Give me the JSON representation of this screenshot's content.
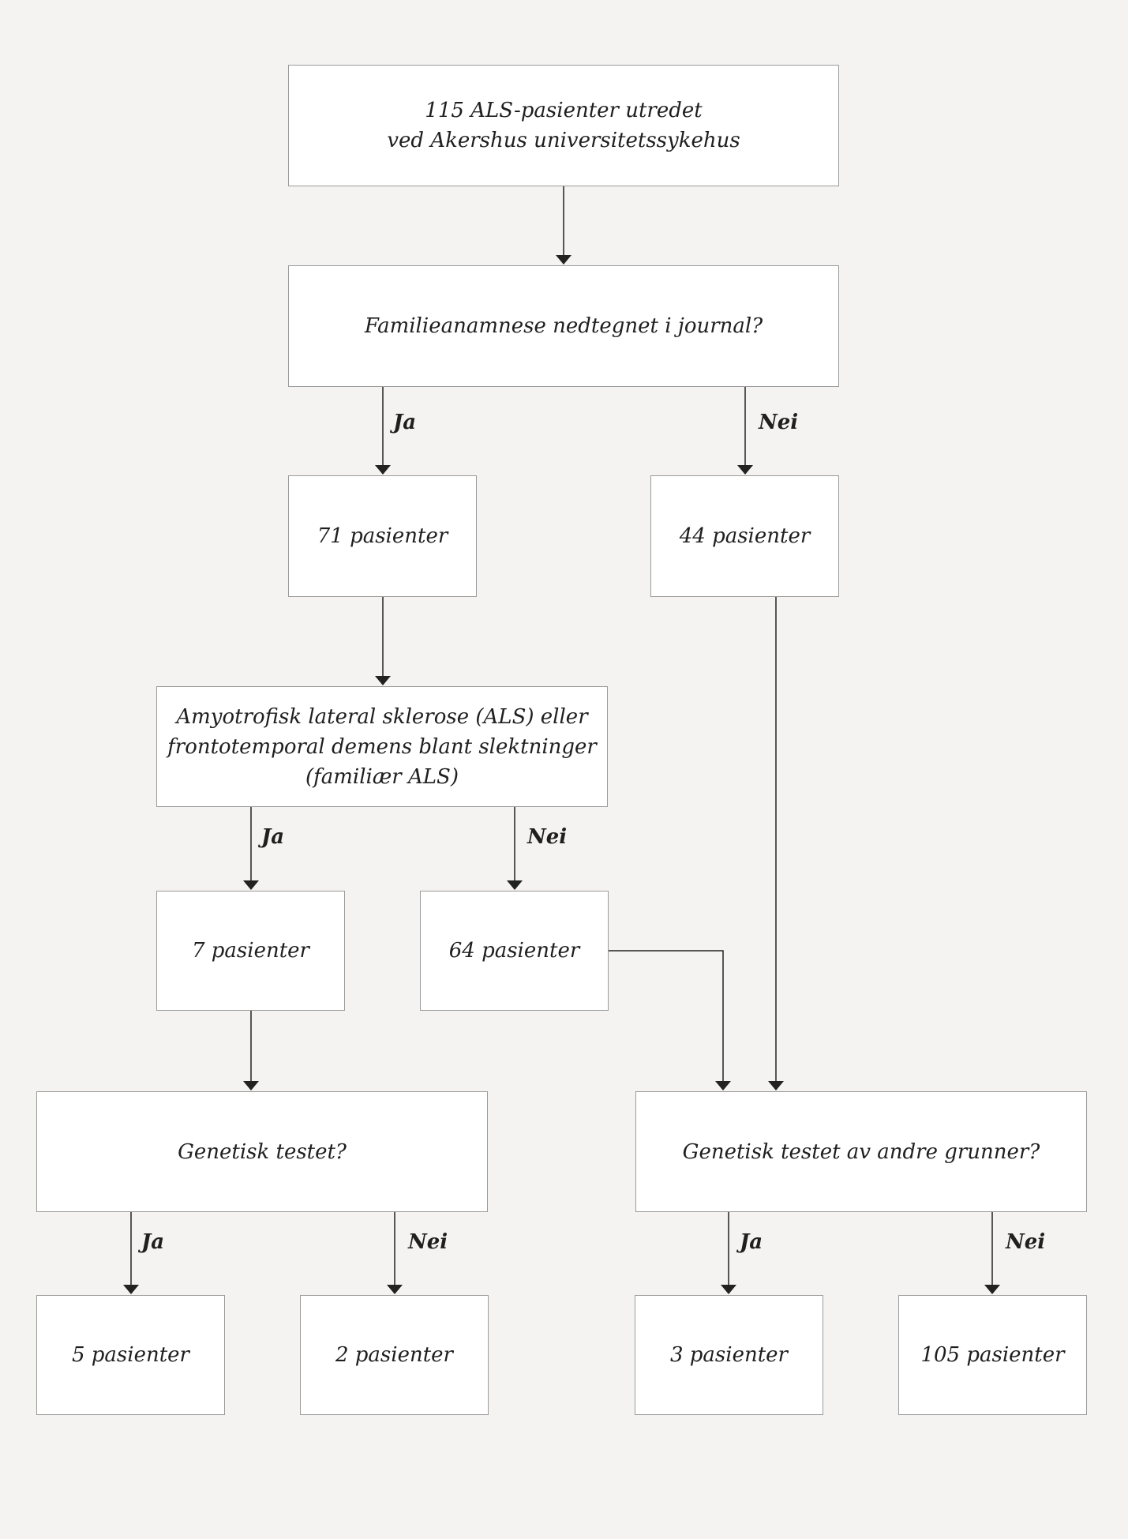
{
  "boxes": {
    "root": {
      "lines": [
        "115 ALS-pasienter utredet",
        "ved Akershus universitetssykehus"
      ]
    },
    "q_family": {
      "lines": [
        "Familieanamnese nedtegnet i journal?"
      ]
    },
    "n71": {
      "lines": [
        "71 pasienter"
      ]
    },
    "n44": {
      "lines": [
        "44 pasienter"
      ]
    },
    "q_als": {
      "lines": [
        "Amyotrofisk lateral sklerose (ALS) eller",
        "frontotemporal demens blant slektninger",
        "(familiær ALS)"
      ]
    },
    "n7": {
      "lines": [
        "7 pasienter"
      ]
    },
    "n64": {
      "lines": [
        "64 pasienter"
      ]
    },
    "q_gen": {
      "lines": [
        "Genetisk testet?"
      ]
    },
    "q_gen_other": {
      "lines": [
        "Genetisk testet av andre grunner?"
      ]
    },
    "n5": {
      "lines": [
        "5 pasienter"
      ]
    },
    "n2": {
      "lines": [
        "2 pasienter"
      ]
    },
    "n3": {
      "lines": [
        "3 pasienter"
      ]
    },
    "n105": {
      "lines": [
        "105 pasienter"
      ]
    }
  },
  "edge_labels": {
    "yes": "Ja",
    "no": "Nei"
  },
  "colors": {
    "background": "#f4f3f1",
    "box_fill": "#ffffff",
    "box_border": "#9b9b9b",
    "line": "#222222"
  }
}
